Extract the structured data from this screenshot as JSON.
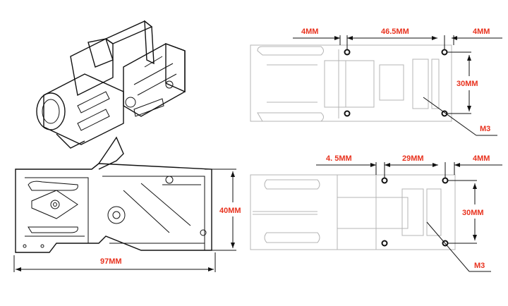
{
  "top_view": {
    "dims": {
      "left_offset": "4MM",
      "hole_spacing": "46.5MM",
      "right_offset": "4MM",
      "vertical_spacing": "30MM",
      "screw": "M3"
    }
  },
  "bottom_view": {
    "dims": {
      "left_offset": "4. 5MM",
      "hole_spacing": "29MM",
      "right_offset": "4MM",
      "vertical_spacing": "30MM",
      "screw": "M3"
    }
  },
  "side_view": {
    "dims": {
      "height": "40MM",
      "length": "97MM"
    }
  },
  "colors": {
    "dimension_text": "#e8321e",
    "line": "#111111",
    "outline_gray": "#b4b4b4"
  }
}
